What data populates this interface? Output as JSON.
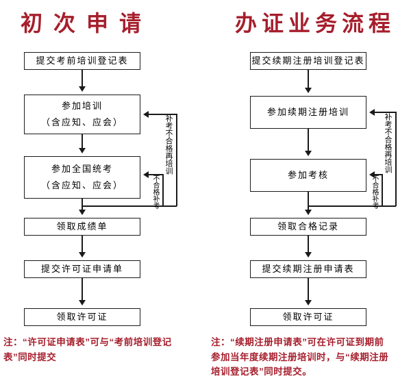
{
  "colors": {
    "accent": "#A61E2C",
    "line": "#1a1a1a"
  },
  "left": {
    "title": "初次申请",
    "steps": [
      "提交考前培训登记表",
      "参加培训\n（含应知、应会）",
      "参加全国统考\n（含应知、应会）",
      "领取成绩单",
      "提交许可证申请单",
      "领取许可证"
    ],
    "loop_outer": "补考不合格再培训",
    "loop_inner": "不合格补考",
    "note": "注：“许可证申请表”可与“考前培训登记\n表”同时提交"
  },
  "right": {
    "title": "办证业务流程",
    "steps": [
      "提交续期注册培训登记表",
      "参加续期注册培训",
      "参加考核",
      "领取合格记录",
      "提交续期注册申请表",
      "领取许可证"
    ],
    "loop_outer": "补考不合格再培训",
    "loop_inner": "不合格补考",
    "note": "注：“续期注册申请表”可在许可证到期前\n参加当年度续期注册培训时，与“续期注册\n培训登记表”同时提交。"
  }
}
